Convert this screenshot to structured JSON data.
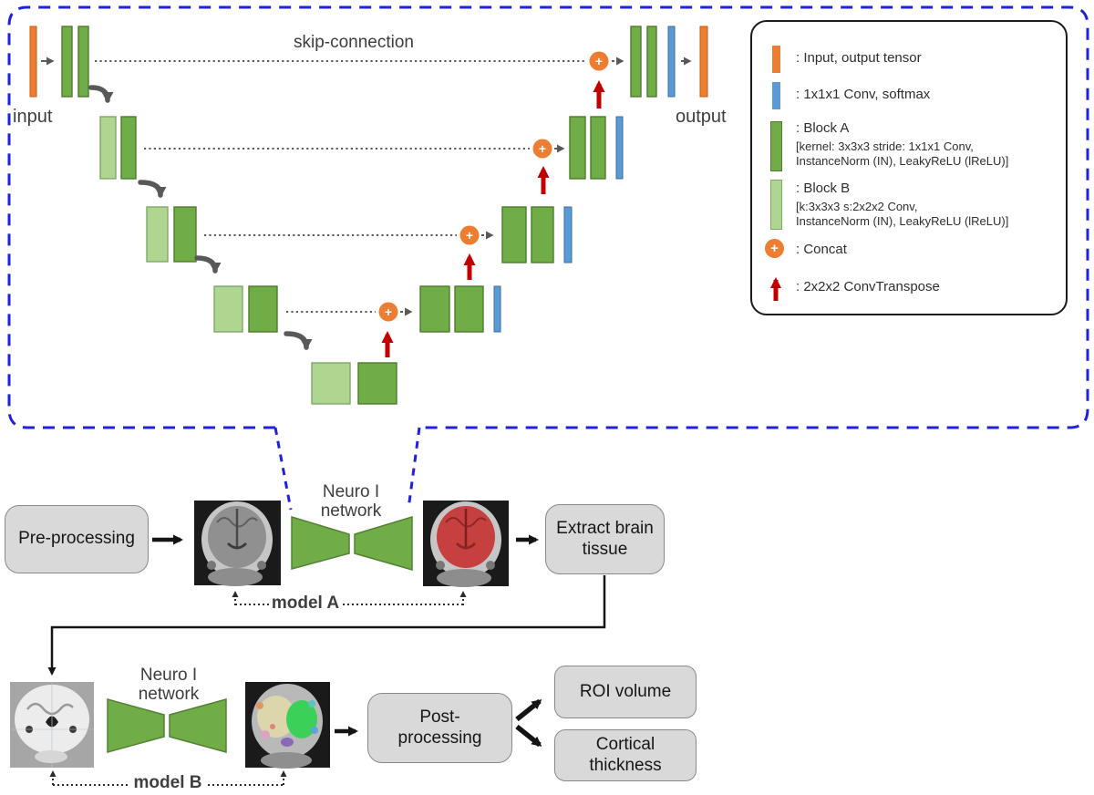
{
  "colors": {
    "input_output_tensor": "#ED7D31",
    "conv_softmax_bar": "#5B9BD5",
    "block_a": "#70AD47",
    "block_b": "#AED690",
    "concat_circle": "#ED7D31",
    "conv_transpose_arrow": "#C00000",
    "dashed_outline_blue": "#2020E0",
    "connector_gray": "#595959",
    "process_box_fill": "#D9D9D9"
  },
  "unet": {
    "skip_connection_label": "skip-connection",
    "input_label": "input",
    "output_label": "output",
    "concat_plus": "+"
  },
  "legend": {
    "items": [
      {
        "icon": "input-output-tensor-swatch",
        "label": ": Input, output tensor"
      },
      {
        "icon": "conv-softmax-swatch",
        "label": ": 1x1x1 Conv, softmax"
      },
      {
        "icon": "block-a-swatch",
        "label": ": Block A",
        "sublines": [
          "[kernel: 3x3x3 stride: 1x1x1 Conv,",
          "InstanceNorm (IN), LeakyReLU (lReLU)]"
        ]
      },
      {
        "icon": "block-b-swatch",
        "label": ": Block B",
        "sublines": [
          "[k:3x3x3 s:2x2x2 Conv,",
          "InstanceNorm (IN), LeakyReLU (lReLU)]"
        ]
      },
      {
        "icon": "concat-swatch",
        "label": ": Concat"
      },
      {
        "icon": "conv-transpose-swatch",
        "label": ": 2x2x2 ConvTranspose"
      }
    ]
  },
  "pipeline_model_a": {
    "preprocessing_label": "Pre-processing",
    "network_label": "Neuro I\nnetwork",
    "extract_label": "Extract brain\ntissue",
    "model_label": "model A"
  },
  "pipeline_model_b": {
    "network_label": "Neuro I\nnetwork",
    "postprocessing_label": "Post-\nprocessing",
    "roi_label": "ROI volume",
    "cortical_label": "Cortical\nthickness",
    "model_label": "model B"
  }
}
